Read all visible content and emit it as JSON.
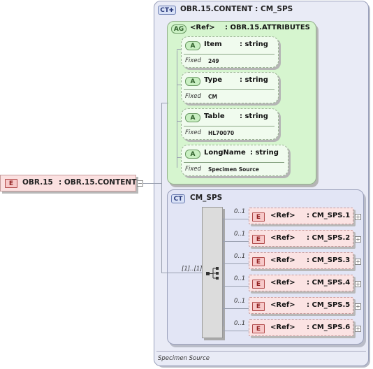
{
  "root_element": {
    "badge": "E",
    "name": "OBR.15",
    "type": ": OBR.15.CONTENT"
  },
  "complex_type": {
    "badge": "CT",
    "title": "OBR.15.CONTENT : CM_SPS",
    "documentation": "Specimen Source"
  },
  "attribute_group": {
    "badge": "AG",
    "ref": "<Ref>",
    "type": ": OBR.15.ATTRIBUTES",
    "attributes": [
      {
        "badge": "A",
        "name": "Item",
        "type": ": string",
        "fixed_label": "Fixed",
        "fixed_value": "249"
      },
      {
        "badge": "A",
        "name": "Type",
        "type": ": string",
        "fixed_label": "Fixed",
        "fixed_value": "CM"
      },
      {
        "badge": "A",
        "name": "Table",
        "type": ": string",
        "fixed_label": "Fixed",
        "fixed_value": "HL70070"
      },
      {
        "badge": "A",
        "name": "LongName",
        "type": ": string",
        "fixed_label": "Fixed",
        "fixed_value": "Specimen Source"
      }
    ]
  },
  "inner_type": {
    "badge": "CT",
    "name": "CM_SPS",
    "sequence_occurrence": "[1]..[1]",
    "children": [
      {
        "badge": "E",
        "ref": "<Ref>",
        "type": ": CM_SPS.1",
        "occurrence": "0..1"
      },
      {
        "badge": "E",
        "ref": "<Ref>",
        "type": ": CM_SPS.2",
        "occurrence": "0..1"
      },
      {
        "badge": "E",
        "ref": "<Ref>",
        "type": ": CM_SPS.3",
        "occurrence": "0..1"
      },
      {
        "badge": "E",
        "ref": "<Ref>",
        "type": ": CM_SPS.4",
        "occurrence": "0..1"
      },
      {
        "badge": "E",
        "ref": "<Ref>",
        "type": ": CM_SPS.5",
        "occurrence": "0..1"
      },
      {
        "badge": "E",
        "ref": "<Ref>",
        "type": ": CM_SPS.6",
        "occurrence": "0..1"
      }
    ]
  }
}
